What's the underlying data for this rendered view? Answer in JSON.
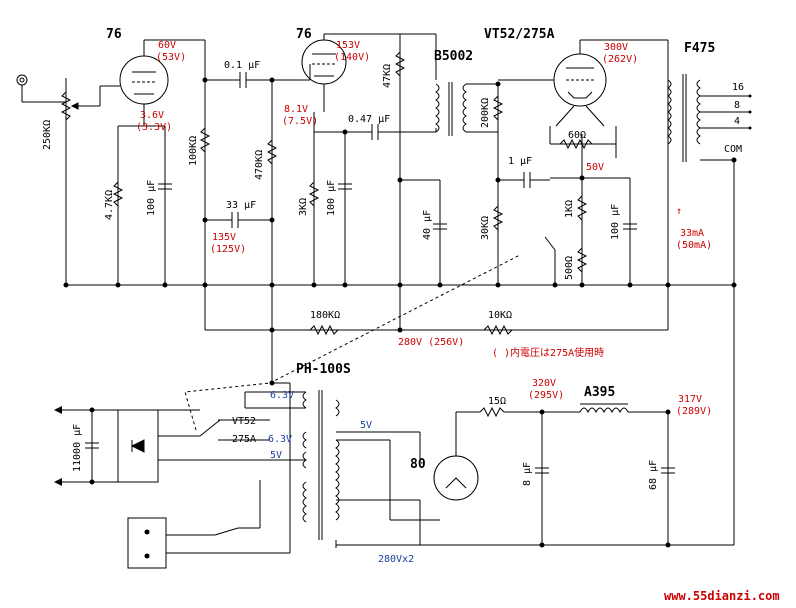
{
  "colors": {
    "wire": "#000000",
    "voltage": "#cc0000",
    "transformer_tap": "#1a3fa0",
    "watermark": "#cc0000"
  },
  "tubes": {
    "v1": "76",
    "v2": "76",
    "v3": "VT52/275A",
    "rect": "80"
  },
  "transformers": {
    "interstage": "B5002",
    "output": "F475",
    "power": "PH-100S",
    "choke": "A395"
  },
  "voltages": {
    "v1_plate": "60V",
    "v1_plate_alt": "(53V)",
    "v1_cathode": "3.6V",
    "v1_cathode_alt": "(3.3V)",
    "v2_plate": "153V",
    "v2_plate_alt": "(140V)",
    "v2_cathode": "8.1V",
    "v2_cathode_alt": "(7.5V)",
    "v3_plate": "300V",
    "v3_plate_alt": "(262V)",
    "v3_cathode": "50V",
    "dec1": "135V",
    "dec1_alt": "(125V)",
    "b_mid": "280V (256V)",
    "rect_out": "320V",
    "rect_out_alt": "(295V)",
    "b_plus": "317V",
    "b_plus_alt": "(289V)"
  },
  "current": {
    "arrow": "↑",
    "value": "33mA",
    "alt": "(50mA)"
  },
  "note": "(  )内電圧は275A使用時",
  "components": {
    "r_vol": "250KΩ",
    "r_k1": "4.7KΩ",
    "c_k1": "100 μF",
    "r_p1": "100KΩ",
    "c_cpl1": "0.1 μF",
    "r_g2": "470KΩ",
    "c_dec1": "33 μF",
    "r_k2": "3KΩ",
    "c_k2": "100 μF",
    "r_p2": "47KΩ",
    "c_cpl2": "0.47 μF",
    "r_shunt": "200KΩ",
    "c_dec2": "40 μF",
    "r_dec2": "180KΩ",
    "r_hum": "60Ω",
    "c_fb": "1 μF",
    "r_g3": "30KΩ",
    "r_k3a": "1KΩ",
    "r_k3b": "500Ω",
    "c_k3": "100 μF",
    "r_dec3": "10KΩ",
    "c_fil": "11000 μF",
    "r_pi": "15Ω",
    "c_pi1": "8 μF",
    "c_pi2": "68 μF"
  },
  "taps": {
    "out_16": "16",
    "out_8": "8",
    "out_4": "4",
    "out_com": "COM",
    "pw_63a": "6.3V",
    "pw_vt52": "VT52",
    "pw_275a": "275A",
    "pw_63b": "6.3V",
    "pw_5v_left": "5V",
    "pw_5v_right": "5V",
    "pw_hv": "280Vx2"
  },
  "watermark": "www.55dianzi.com"
}
